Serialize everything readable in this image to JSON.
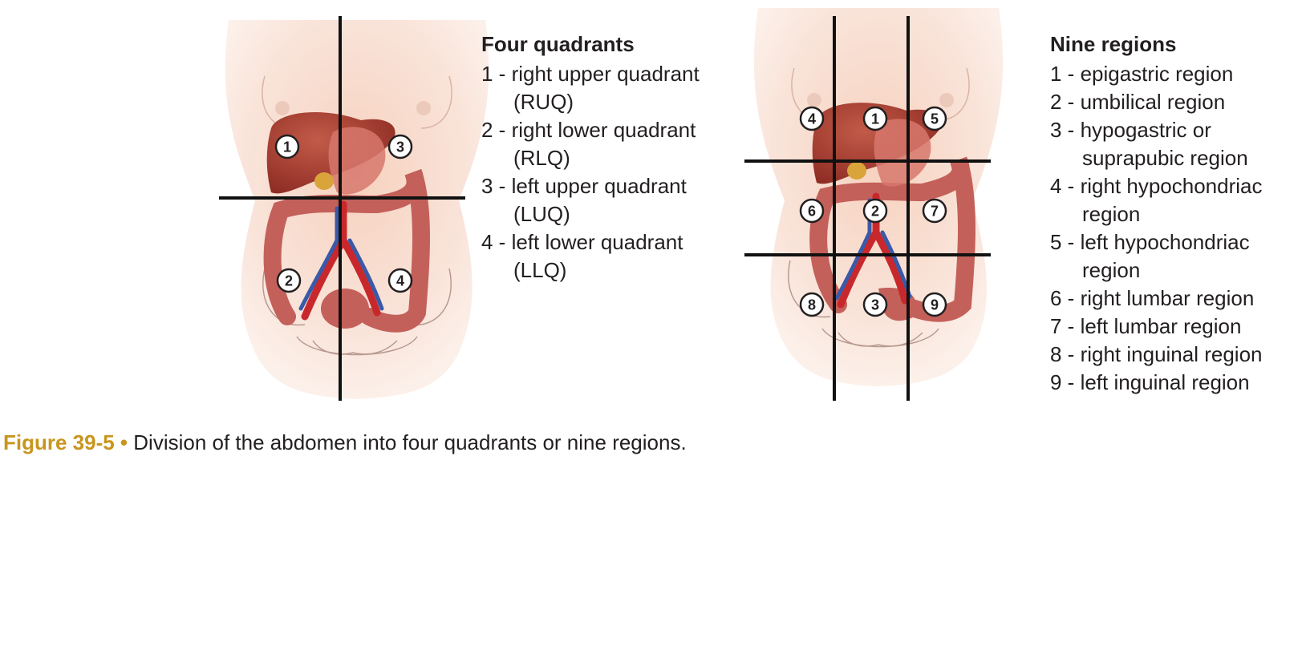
{
  "colors": {
    "caption_accent": "#c8961e",
    "text": "#231f20",
    "skin": "#f8e2d4",
    "organ_liver": "#a3362c",
    "organ_intestine": "#c4605a",
    "artery": "#c8282c",
    "vein": "#3a5aa8",
    "grid_line": "#111111"
  },
  "quadrants": {
    "title": "Four quadrants",
    "items": [
      {
        "num": "1",
        "text": "1 - right upper quadrant (RUQ)"
      },
      {
        "num": "2",
        "text": "2 - right lower quadrant (RLQ)"
      },
      {
        "num": "3",
        "text": "3 - left upper quadrant (LUQ)"
      },
      {
        "num": "4",
        "text": "4 - left lower quadrant (LLQ)"
      }
    ]
  },
  "regions": {
    "title": "Nine regions",
    "items": [
      {
        "num": "1",
        "text": "1 - epigastric region"
      },
      {
        "num": "2",
        "text": "2 - umbilical region"
      },
      {
        "num": "3",
        "text": "3 - hypogastric or suprapubic region"
      },
      {
        "num": "4",
        "text": "4 - right hypochondriac region"
      },
      {
        "num": "5",
        "text": "5 - left hypochondriac region"
      },
      {
        "num": "6",
        "text": "6 - right lumbar region"
      },
      {
        "num": "7",
        "text": "7 - left lumbar region"
      },
      {
        "num": "8",
        "text": "8 - right inguinal region"
      },
      {
        "num": "9",
        "text": "9 - left inguinal region"
      }
    ]
  },
  "caption": {
    "label": "Figure 39-5 •",
    "text": " Division of the abdomen into four quadrants or nine regions."
  }
}
